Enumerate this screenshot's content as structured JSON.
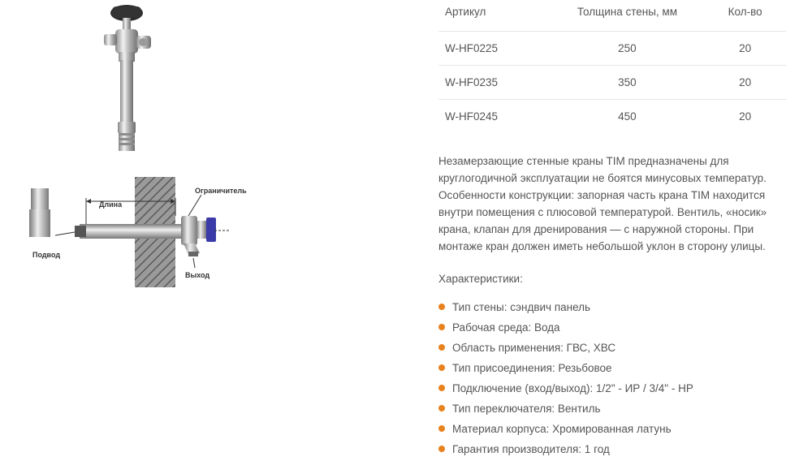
{
  "images": {
    "faucet_icon": "faucet-product-photo",
    "diagram": {
      "length_label": "Длина",
      "limiter_label": "Ограничитель",
      "inlet_label": "Подвод",
      "outlet_label": "Выход"
    }
  },
  "table": {
    "headers": [
      "Артикул",
      "Толщина стены, мм",
      "Кол-во"
    ],
    "rows": [
      [
        "W-HF0225",
        "250",
        "20"
      ],
      [
        "W-HF0235",
        "350",
        "20"
      ],
      [
        "W-HF0245",
        "450",
        "20"
      ]
    ]
  },
  "description": "Незамерзающие стенные краны TIM предназначены для круглогодичной эксплуатации не боятся минусовых температур. Особенности конструкции: запорная часть крана TIM находится внутри помещения с плюсовой температурой. Вентиль, «носик» крана, клапан для дренирования — с наружной стороны. При монтаже кран должен иметь небольшой уклон в сторону улицы.",
  "characteristics_title": "Характеристики:",
  "features": [
    "Тип стены: сэндвич панель",
    "Рабочая среда: Вода",
    "Область применения: ГВС, ХВС",
    "Тип присоединения: Резьбовое",
    "Подключение (вход/выход): 1/2\" - ИР / 3/4\" - НР",
    "Тип переключателя: Вентиль",
    "Материал корпуса: Хромированная латунь",
    "Гарантия производителя: 1 год"
  ],
  "colors": {
    "bullet": "#e8821e",
    "text": "#555555",
    "handle_blue": "#3a3aa8"
  }
}
